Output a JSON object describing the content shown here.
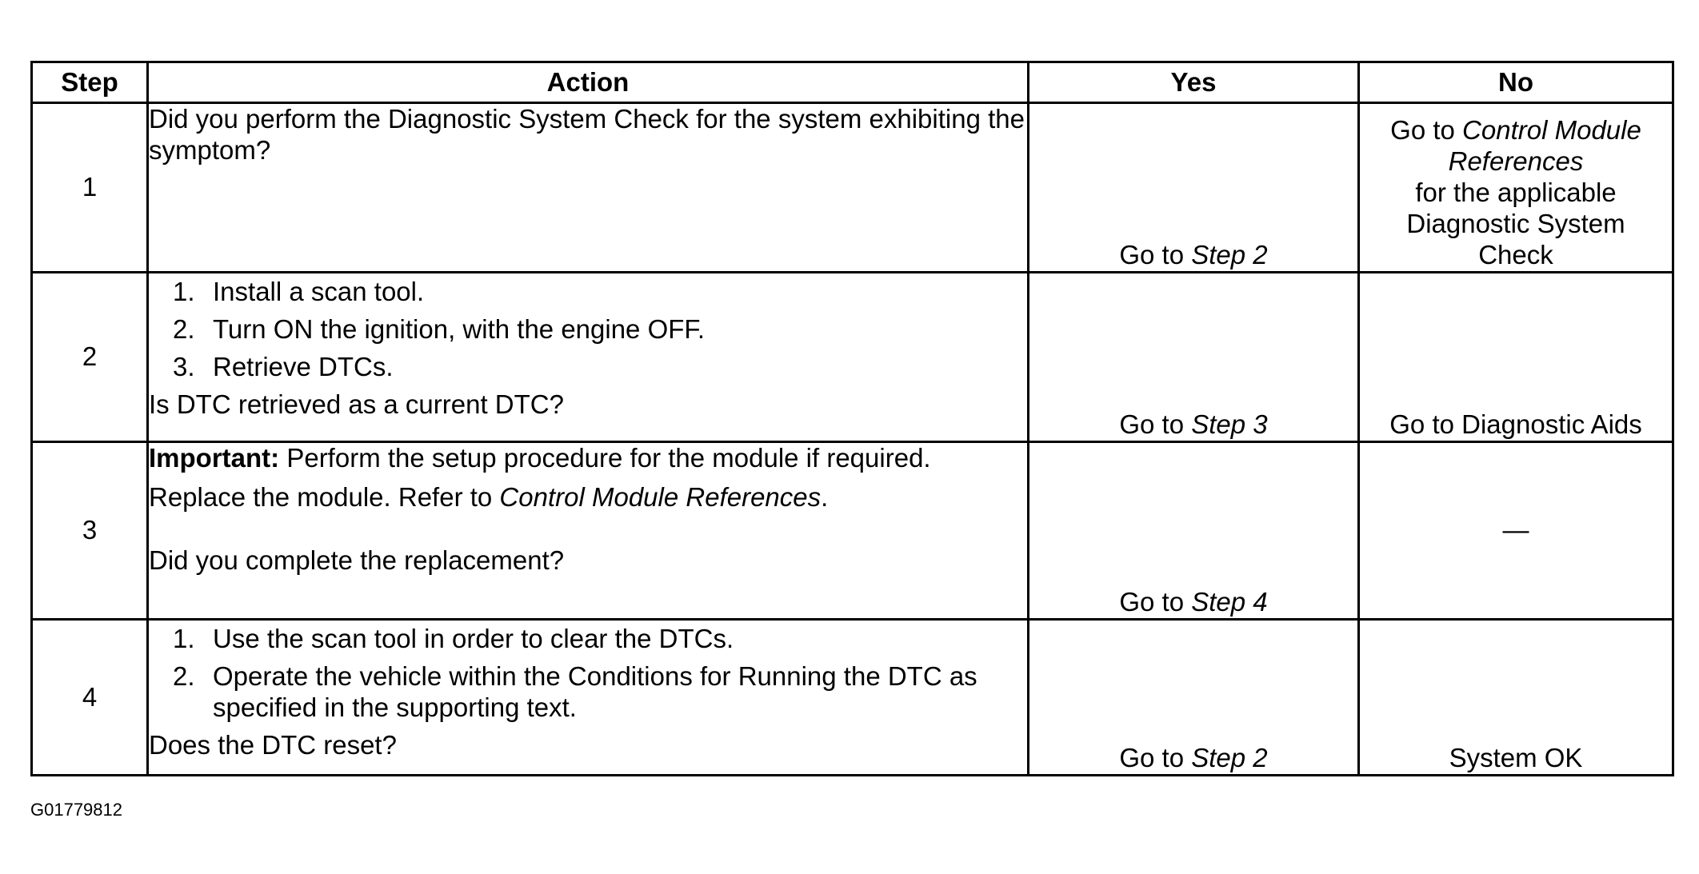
{
  "headers": {
    "step": "Step",
    "action": "Action",
    "yes": "Yes",
    "no": "No"
  },
  "rows": [
    {
      "step": "1",
      "question": "Did you perform the Diagnostic System Check for the system exhibiting the symptom?",
      "yes_prefix": "Go to ",
      "yes_ref": "Step 2",
      "no_prefix": "Go to ",
      "no_ref": "Control Module References",
      "no_suffix": "for the applicable Diagnostic System Check"
    },
    {
      "step": "2",
      "items": [
        {
          "n": "1.",
          "text": "Install a scan tool."
        },
        {
          "n": "2.",
          "text": "Turn ON the ignition, with the engine OFF."
        },
        {
          "n": "3.",
          "text": "Retrieve DTCs."
        }
      ],
      "question": "Is DTC retrieved as a current DTC?",
      "yes_prefix": "Go to ",
      "yes_ref": "Step 3",
      "no_text": "Go to Diagnostic Aids"
    },
    {
      "step": "3",
      "important_label": "Important:",
      "important_text": " Perform the setup procedure for the module if required.",
      "replace_text": "Replace the module. Refer to ",
      "replace_ref": "Control Module References",
      "replace_end": ".",
      "question": "Did you complete the replacement?",
      "yes_prefix": "Go to ",
      "yes_ref": "Step 4",
      "no_text": "—"
    },
    {
      "step": "4",
      "items": [
        {
          "n": "1.",
          "text": "Use the scan tool in order to clear the DTCs."
        },
        {
          "n": "2.",
          "text": "Operate the vehicle within the Conditions for Running the DTC as specified in the supporting text."
        }
      ],
      "question": "Does the DTC reset?",
      "yes_prefix": "Go to ",
      "yes_ref": "Step 2",
      "no_text": "System OK"
    }
  ],
  "figure_id": "G01779812"
}
